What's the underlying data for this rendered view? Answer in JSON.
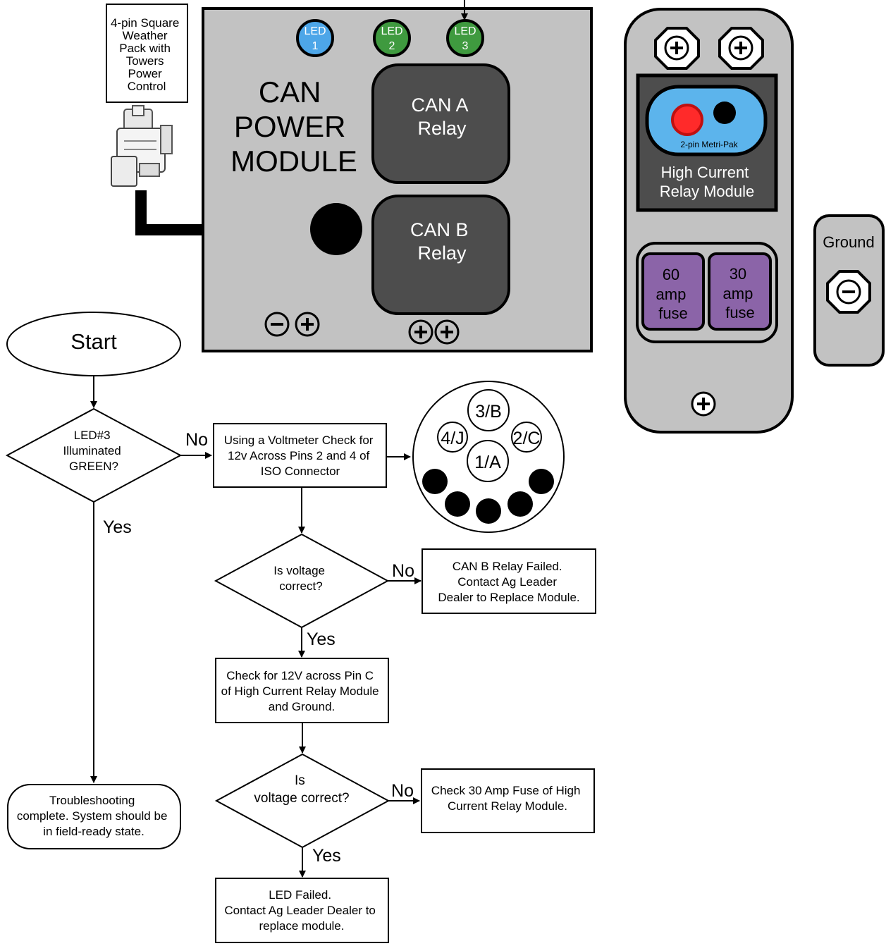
{
  "connector": {
    "label_lines": [
      "4-pin Square",
      "Weather",
      "Pack with",
      "Towers",
      "Power",
      "Control"
    ]
  },
  "can_module": {
    "title_lines": [
      "CAN",
      "POWER",
      "MODULE"
    ],
    "leds": [
      {
        "line1": "LED",
        "line2": "1",
        "color": "#4da6e8"
      },
      {
        "line1": "LED",
        "line2": "2",
        "color": "#3f9a3f"
      },
      {
        "line1": "LED",
        "line2": "3",
        "color": "#3f9a3f"
      }
    ],
    "relay_a_lines": [
      "CAN A",
      "Relay"
    ],
    "relay_b_lines": [
      "CAN B",
      "Relay"
    ],
    "terminal_minus": "−",
    "terminal_plus": "+"
  },
  "hcrm": {
    "pak_label": "2-pin Metri-Pak",
    "module_label_lines": [
      "High Current",
      "Relay Module"
    ],
    "fuse60_lines": [
      "60",
      "amp",
      "fuse"
    ],
    "fuse30_lines": [
      "30",
      "amp",
      "fuse"
    ],
    "fuse_color": "#8b64a8",
    "pak_color": "#5cb4ec"
  },
  "ground": {
    "label": "Ground"
  },
  "iso_connector": {
    "pins": [
      "3/B",
      "4/J",
      "2/C",
      "1/A"
    ]
  },
  "flowchart": {
    "start": "Start",
    "decision_led_lines": [
      "LED#3",
      "Illuminated",
      "GREEN?"
    ],
    "check_iso_lines": [
      "Using a Voltmeter Check for",
      "12v Across Pins 2 and 4  of",
      "ISO Connector"
    ],
    "decision_voltage1_lines": [
      "Is voltage",
      "correct?"
    ],
    "relay_b_failed_lines": [
      "CAN B Relay Failed.",
      "Contact Ag Leader",
      "Dealer to Replace Module."
    ],
    "check_pin_c_lines": [
      "Check for 12V across Pin C",
      "of High Current Relay Module",
      "and Ground."
    ],
    "decision_voltage2_lines": [
      "Is",
      "voltage correct?"
    ],
    "check_fuse_lines": [
      "Check 30 Amp Fuse of High",
      "Current Relay Module."
    ],
    "led_failed_lines": [
      "LED Failed.",
      "Contact Ag Leader Dealer to",
      "replace module."
    ],
    "complete_lines": [
      "Troubleshooting",
      "complete. System should be",
      "in field-ready state."
    ],
    "label_no": "No",
    "label_yes": "Yes"
  }
}
